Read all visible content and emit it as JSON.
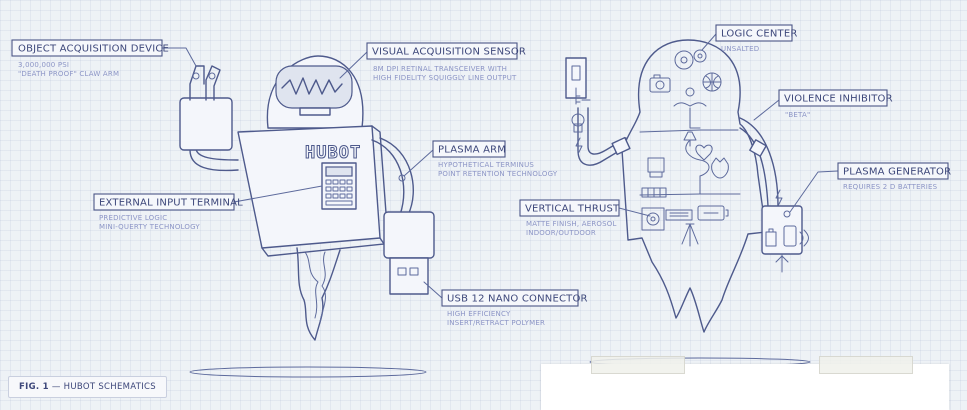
{
  "callouts": {
    "object_acquisition": {
      "title": "OBJECT ACQUISITION DEVICE",
      "lines": [
        "3,000,000 PSI",
        "\"DEATH PROOF\" CLAW ARM"
      ]
    },
    "visual_acquisition": {
      "title": "VISUAL ACQUISITION SENSOR",
      "lines": [
        "8M DPI RETINAL TRANSCEIVER WITH",
        "HIGH FIDELITY SQUIGGLY LINE OUTPUT"
      ]
    },
    "plasma_arm": {
      "title": "PLASMA ARM",
      "lines": [
        "HYPOTHETICAL TERMINUS",
        "POINT RETENTION TECHNOLOGY"
      ]
    },
    "external_input": {
      "title": "EXTERNAL INPUT TERMINAL",
      "lines": [
        "PREDICTIVE LOGIC",
        "MINI-QUERTY TECHNOLOGY"
      ]
    },
    "usb_connector": {
      "title": "USB 12 NANO CONNECTOR",
      "lines": [
        "HIGH EFFICIENCY",
        "INSERT/RETRACT POLYMER"
      ]
    },
    "logic_center": {
      "title": "LOGIC CENTER",
      "lines": [
        "UNSALTED"
      ]
    },
    "violence_inhibitor": {
      "title": "VIOLENCE INHIBITOR",
      "lines": [
        "\"BETA\""
      ]
    },
    "plasma_generator": {
      "title": "PLASMA GENERATOR",
      "lines": [
        "REQUIRES 2 D BATTERIES"
      ]
    },
    "vertical_thrust": {
      "title": "VERTICAL THRUST",
      "lines": [
        "MATTE FINISH, AEROSOL",
        "INDOOR/OUTDOOR"
      ]
    }
  },
  "robot": {
    "chest_label": "HUBOT"
  },
  "caption": {
    "fig_number": "FIG. 1",
    "separator": " — ",
    "text": "HUBOT SCHEMATICS"
  },
  "colors": {
    "ink": "#4e5a8c",
    "subtext": "#8c95c6",
    "paper": "#eef2f6"
  }
}
